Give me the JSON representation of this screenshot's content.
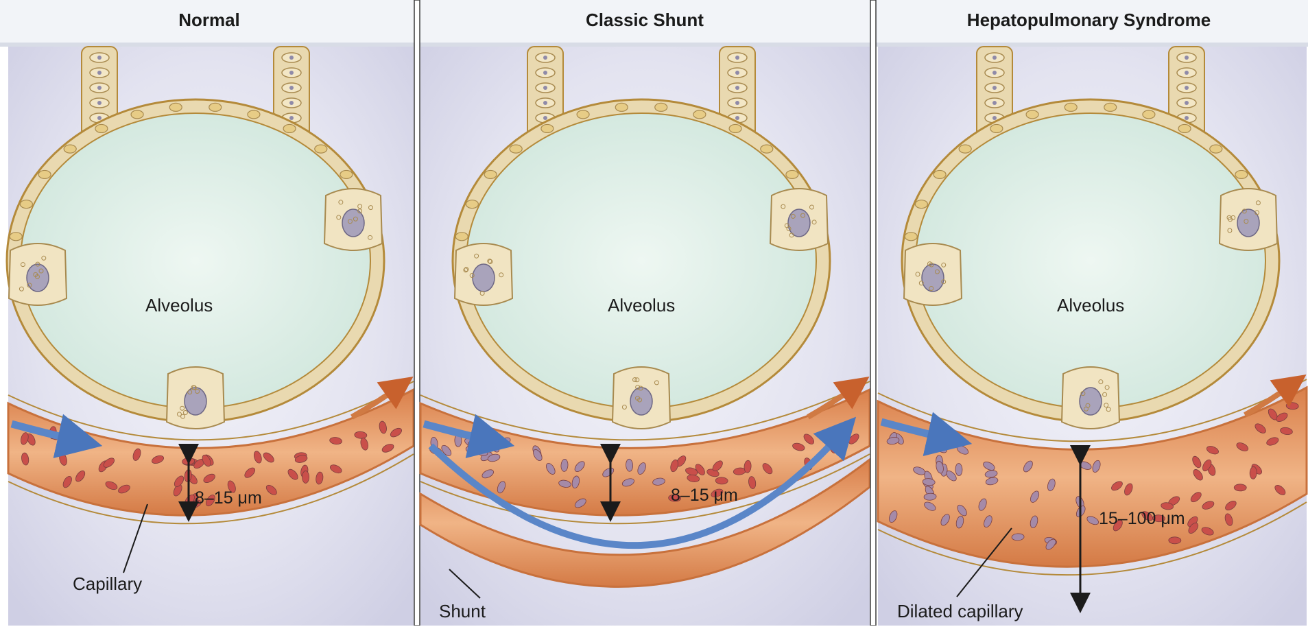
{
  "panels": [
    {
      "title": "Normal",
      "alveolus_label": "Alveolus",
      "measurement": "8–15 μm",
      "vessel_label": "Capillary"
    },
    {
      "title": "Classic Shunt",
      "alveolus_label": "Alveolus",
      "measurement": "8–15 μm",
      "vessel_label": "Shunt"
    },
    {
      "title": "Hepatopulmonary Syndrome",
      "alveolus_label": "Alveolus",
      "measurement": "15–100 μm",
      "vessel_label": "Dilated capillary"
    }
  ],
  "colors": {
    "alveolus_fill": "#dbeee6",
    "alveolus_wall": "#e9d9b0",
    "wall_stroke": "#b48a3a",
    "capillary_fill": "#e79f68",
    "capillary_dark": "#c8713c",
    "red_cell": "#c94f4a",
    "deoxy_cell": "#a58aa8",
    "flow_arrow": "#5a86c8",
    "background_lavender": "#dcdcec"
  }
}
